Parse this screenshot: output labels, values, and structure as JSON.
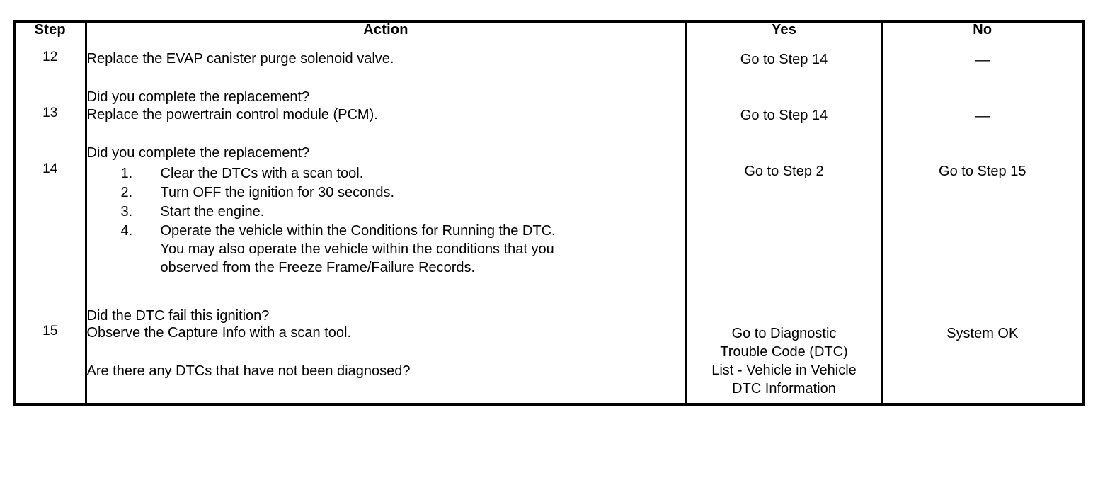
{
  "table": {
    "headers": {
      "step": "Step",
      "action": "Action",
      "yes": "Yes",
      "no": "No"
    },
    "rows": [
      {
        "step": "12",
        "action_top": "Replace the EVAP canister purge solenoid valve.",
        "action_question": "Did you complete the replacement?",
        "yes": "Go to Step 14",
        "no": "—"
      },
      {
        "step": "13",
        "action_top": "Replace the powertrain control module (PCM).",
        "action_question": "Did you complete the replacement?",
        "yes": "Go to Step 14",
        "no": "—"
      },
      {
        "step": "14",
        "list": [
          {
            "num": "1.",
            "lines": [
              "Clear the DTCs with a scan tool."
            ]
          },
          {
            "num": "2.",
            "lines": [
              "Turn OFF the ignition for 30 seconds."
            ]
          },
          {
            "num": "3.",
            "lines": [
              "Start the engine."
            ]
          },
          {
            "num": "4.",
            "lines": [
              "Operate the vehicle within the Conditions for Running the DTC.",
              "You may also operate the vehicle within the conditions that you",
              "observed from the Freeze Frame/Failure Records."
            ]
          }
        ],
        "action_question": "Did the DTC fail this ignition?",
        "yes": "Go to Step 2",
        "no": "Go to Step 15"
      },
      {
        "step": "15",
        "action_top": "Observe the Capture Info with a scan tool.",
        "action_question": "Are there any DTCs that have not been diagnosed?",
        "yes_lines": [
          "Go to Diagnostic",
          "Trouble Code (DTC)",
          "List - Vehicle in Vehicle",
          "DTC Information"
        ],
        "no": "System OK"
      }
    ]
  },
  "colors": {
    "border": "#000000",
    "text": "#000000",
    "background": "#ffffff"
  }
}
